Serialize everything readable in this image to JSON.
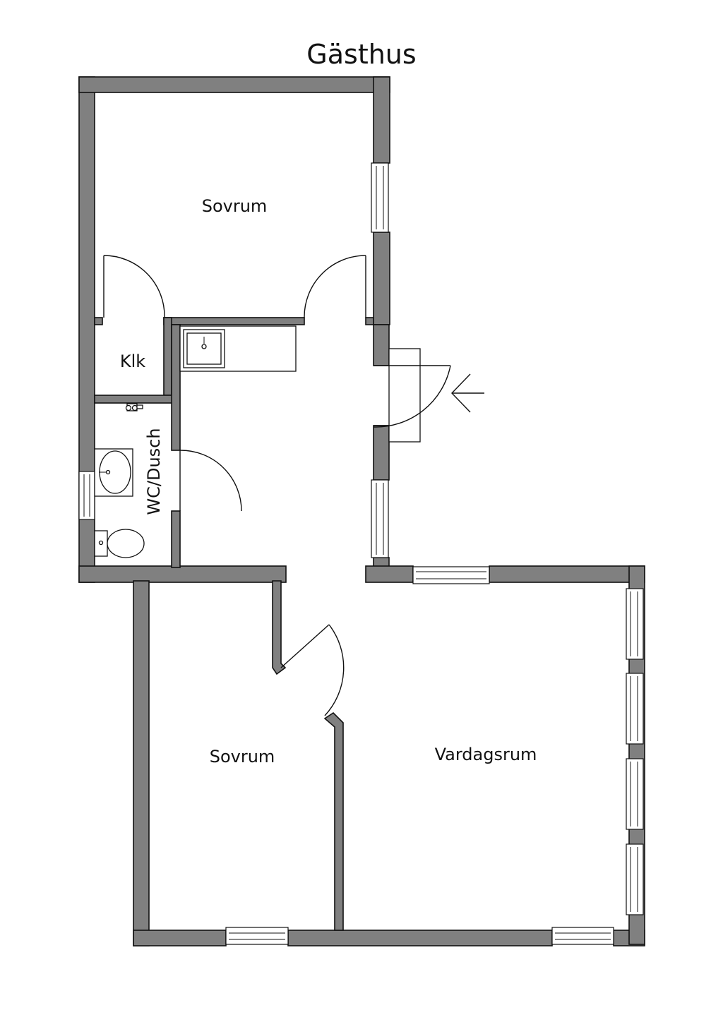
{
  "title": "Gästhus",
  "rooms": {
    "bedroom_top": "Sovrum",
    "closet": "Klk",
    "bathroom": "WC/Dusch",
    "bedroom_bottom": "Sovrum",
    "living_room": "Vardagsrum"
  },
  "colors": {
    "wall_fill": "#808080",
    "line": "#111111",
    "background": "#ffffff"
  },
  "icons": [
    "entrance-arrow-icon",
    "sink-icon",
    "washbasin-icon",
    "toilet-icon",
    "shower-mixer-icon"
  ]
}
